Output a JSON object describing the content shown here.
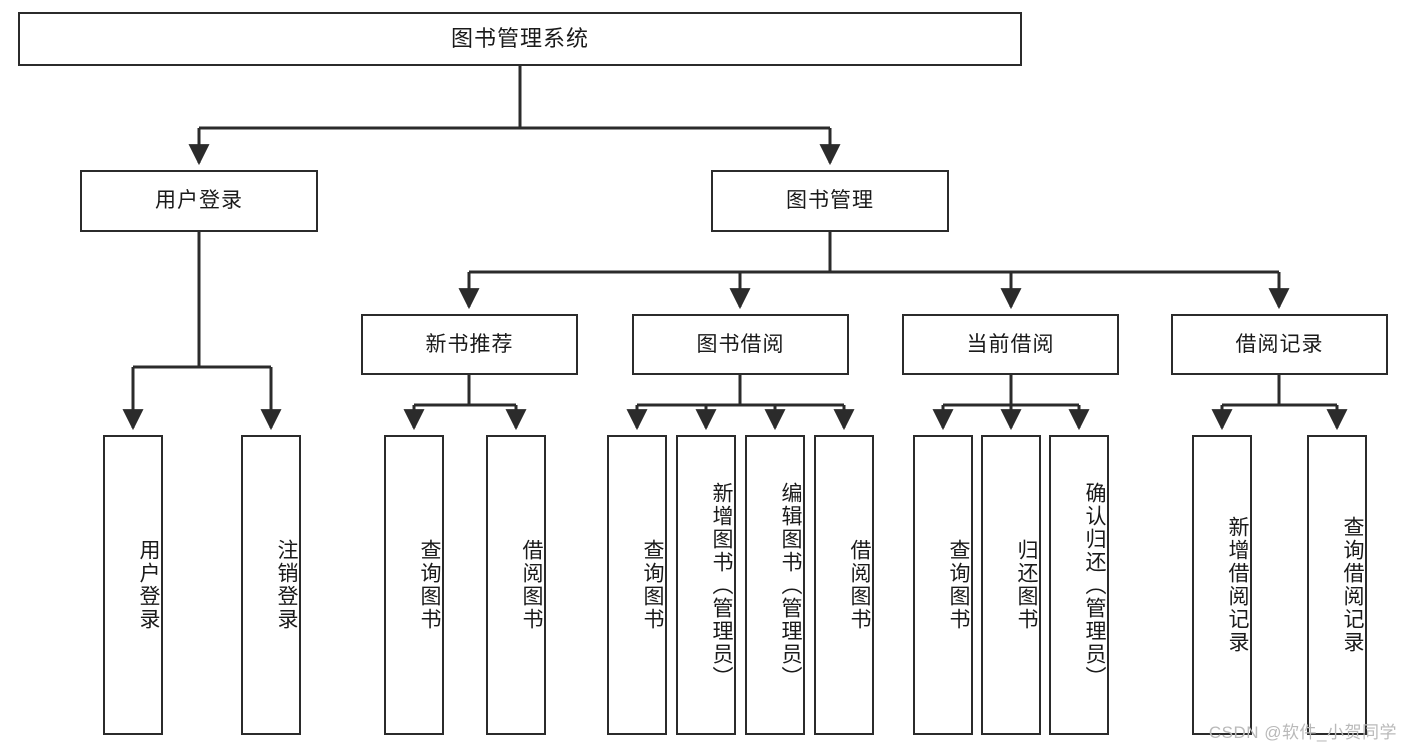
{
  "diagram": {
    "type": "tree",
    "title": "图书管理系统",
    "watermark": "CSDN @软件_小贺同学",
    "colors": {
      "box_border": "#2b2b2b",
      "box_fill": "#ffffff",
      "connector": "#2b2b2b",
      "text": "#1a1a1a",
      "watermark": "#b9b9b9",
      "background": "#ffffff"
    },
    "root": {
      "label": "图书管理系统"
    },
    "level2": [
      {
        "label": "用户登录"
      },
      {
        "label": "图书管理"
      }
    ],
    "level3": [
      {
        "label": "新书推荐"
      },
      {
        "label": "图书借阅"
      },
      {
        "label": "当前借阅"
      },
      {
        "label": "借阅记录"
      }
    ],
    "leaves": {
      "user_login": [
        {
          "label": "用户登录"
        },
        {
          "label": "注销登录"
        }
      ],
      "new_book_recommend": [
        {
          "label": "查询图书"
        },
        {
          "label": "借阅图书"
        }
      ],
      "book_borrow": [
        {
          "label": "查询图书"
        },
        {
          "label": "新增图书（管理员）"
        },
        {
          "label": "编辑图书（管理员）"
        },
        {
          "label": "借阅图书"
        }
      ],
      "current_borrow": [
        {
          "label": "查询图书"
        },
        {
          "label": "归还图书"
        },
        {
          "label": "确认归还（管理员）"
        }
      ],
      "borrow_record": [
        {
          "label": "新增借阅记录"
        },
        {
          "label": "查询借阅记录"
        }
      ]
    }
  }
}
